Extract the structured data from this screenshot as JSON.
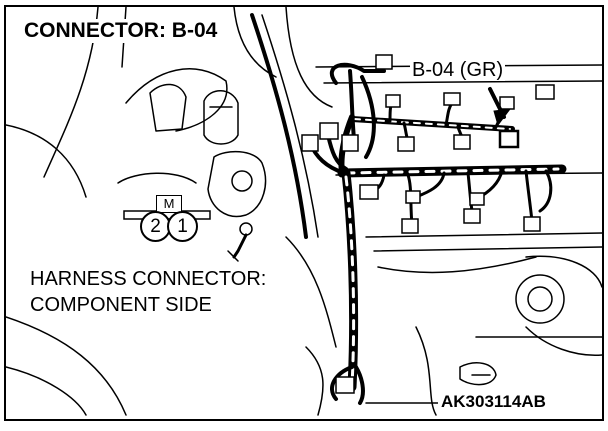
{
  "title": "CONNECTOR: B-04",
  "connector_label": "B-04 (GR)",
  "harness_note": [
    "HARNESS CONNECTOR:",
    "COMPONENT SIDE"
  ],
  "connector_face": {
    "key_mark": "M",
    "pins": [
      "2",
      "1"
    ]
  },
  "figure_code": "AK303114AB"
}
